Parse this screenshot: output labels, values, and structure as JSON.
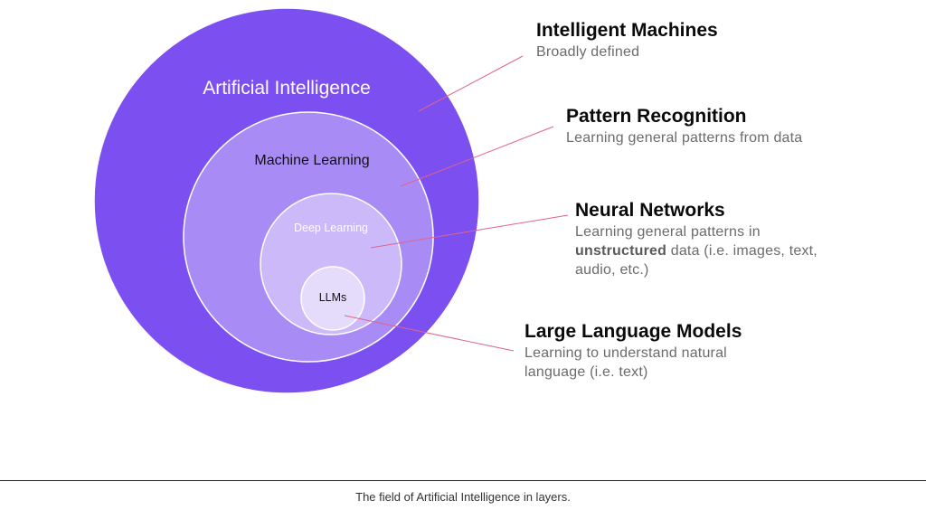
{
  "colors": {
    "ai": "#7b4ff0",
    "ml": "#a98bf5",
    "dl": "#cbb9f9",
    "llm": "#e5dcfc",
    "leader": "#e0648a",
    "circle_stroke": "#ffffff"
  },
  "circles": {
    "ai": {
      "label": "Artificial Intelligence"
    },
    "ml": {
      "label": "Machine Learning"
    },
    "dl": {
      "label": "Deep Learning"
    },
    "llm": {
      "label": "LLMs"
    }
  },
  "callouts": {
    "ai": {
      "title": "Intelligent Machines",
      "desc": "Broadly defined"
    },
    "ml": {
      "title": "Pattern Recognition",
      "desc": "Learning general patterns from data"
    },
    "dl": {
      "title": "Neural Networks",
      "desc_before": "Learning general patterns in ",
      "desc_bold": "unstructured",
      "desc_after": " data (i.e. images, text, audio, etc.)"
    },
    "llm": {
      "title": "Large Language Models",
      "desc": "Learning to understand natural language (i.e. text)"
    }
  },
  "caption": "The field of Artificial Intelligence in layers."
}
